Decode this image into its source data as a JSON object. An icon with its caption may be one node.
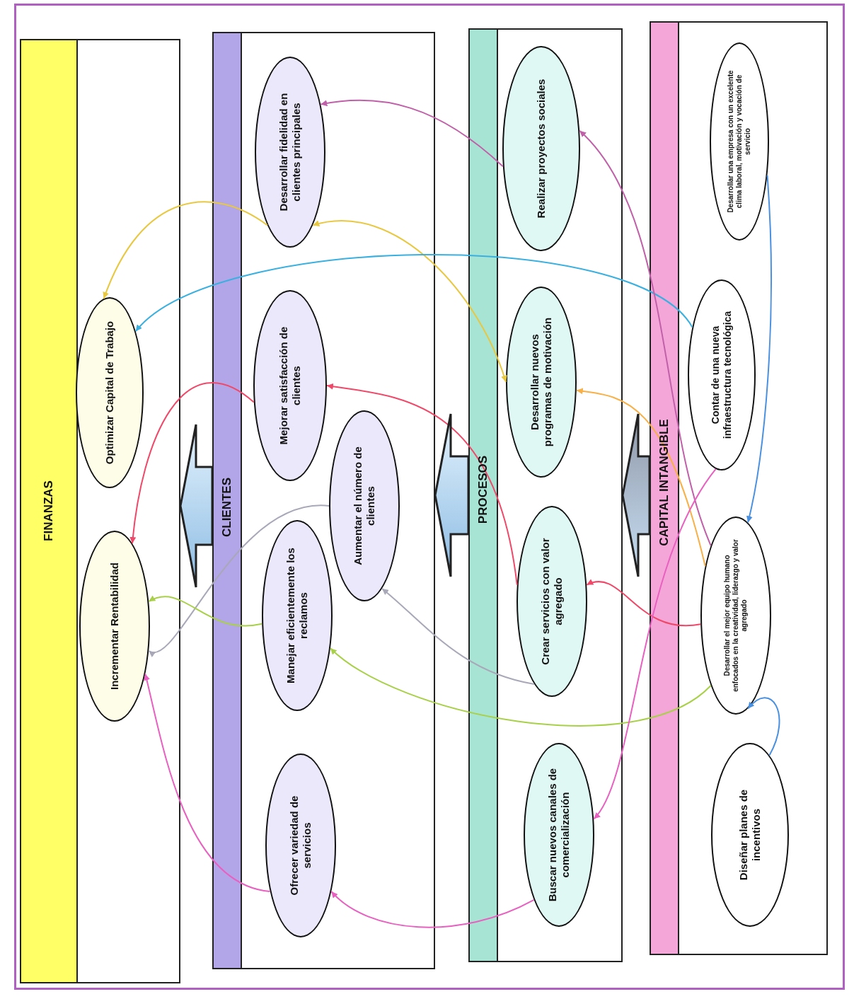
{
  "diagram": {
    "nodes": [
      {
        "text": [
          "FINANZAS"
        ]
      },
      {
        "text": [
          "Optimizar Capital de Trabajo"
        ],
        "in": 0
      },
      {
        "text": [
          "Incrementar Rentabilidad"
        ],
        "in": 0
      },
      {
        "text": [
          "CLIENTES"
        ]
      },
      {
        "text": [
          "Desarrollar fidelidad en clientes principales"
        ],
        "in": 3
      },
      {
        "text": [
          "Mejorar satisfacción de clientes"
        ],
        "in": 3
      },
      {
        "text": [
          "Aumentar el número de clientes"
        ],
        "in": 3
      },
      {
        "text": [
          "Manejar eficientemente los reclamos"
        ],
        "in": 3
      },
      {
        "text": [
          "Ofrecer variedad de servicios"
        ],
        "in": 3
      },
      {
        "text": [
          "PROCESOS"
        ]
      },
      {
        "text": [
          "Realizar proyectos sociales"
        ],
        "in": 9
      },
      {
        "text": [
          "Desarrollar nuevos programas de motivación"
        ],
        "in": 9
      },
      {
        "text": [
          "Crear servicios con valor agregado"
        ],
        "in": 9
      },
      {
        "text": [
          "Buscar nuevos canales de comercialización"
        ],
        "in": 9
      },
      {
        "text": [
          "CAPITAL INTANGIBLE"
        ]
      },
      {
        "text": [
          "Desarrollar una empresa con un excelente clima laboral, motivación y vocación de servicio"
        ],
        "in": 14
      },
      {
        "text": [
          "Contar de una nueva infraestructura tecnológica"
        ],
        "in": 14
      },
      {
        "text": [
          "Desarrollar el mejor equipo humano enfocados en la creatividad, liderazgo y valor agregado"
        ],
        "in": 14
      },
      {
        "text": [
          "Diseñar planes de incentivos"
        ],
        "in": 14
      }
    ],
    "edges": [
      {
        "from": 4,
        "to": 1,
        "arrow": "to",
        "color": "#e8c840"
      },
      {
        "from": 11,
        "to": 4,
        "arrow": "both",
        "color": "#e8c840"
      },
      {
        "from": 16,
        "to": 1,
        "arrow": "to",
        "color": "#3ab0e0"
      },
      {
        "from": 15,
        "to": 17,
        "arrow": "to",
        "color": "#4a90e0"
      },
      {
        "from": 18,
        "to": 17,
        "arrow": "to",
        "color": "#4a90e0"
      },
      {
        "from": 10,
        "to": 4,
        "arrow": "to",
        "color": "#c060a8"
      },
      {
        "from": 17,
        "to": 10,
        "arrow": "to",
        "color": "#c060a8"
      },
      {
        "from": 5,
        "to": 2,
        "arrow": "to",
        "color": "#f04868"
      },
      {
        "from": 12,
        "to": 5,
        "arrow": "to",
        "color": "#f04868"
      },
      {
        "from": 17,
        "to": 12,
        "arrow": "to",
        "color": "#f04868"
      },
      {
        "from": 17,
        "to": 11,
        "arrow": "to",
        "color": "#f8b048"
      },
      {
        "from": 6,
        "to": 2,
        "arrow": "to",
        "color": "#a8a8b8"
      },
      {
        "from": 12,
        "to": 6,
        "arrow": "to",
        "color": "#a8a8b8"
      },
      {
        "from": 7,
        "to": 2,
        "arrow": "to",
        "color": "#a8d048"
      },
      {
        "from": 17,
        "to": 7,
        "arrow": "to",
        "color": "#a8d048"
      },
      {
        "from": 8,
        "to": 2,
        "arrow": "to",
        "color": "#e860c0"
      },
      {
        "from": 13,
        "to": 8,
        "arrow": "to",
        "color": "#e860c0"
      },
      {
        "from": 16,
        "to": 13,
        "arrow": "to",
        "color": "#e860c0"
      },
      {
        "from": 3,
        "to": 0,
        "arrow": "to",
        "style": "thick"
      },
      {
        "from": 9,
        "to": 3,
        "arrow": "to",
        "style": "thick"
      },
      {
        "from": 14,
        "to": 9,
        "arrow": "to",
        "style": "thick"
      }
    ]
  }
}
